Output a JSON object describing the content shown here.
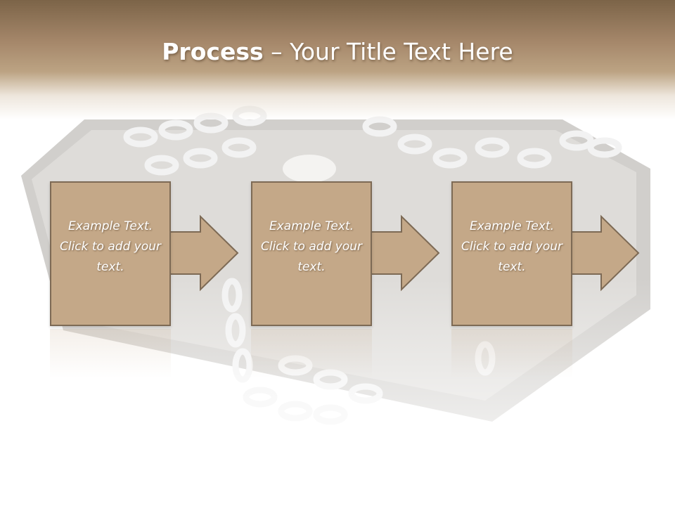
{
  "title": {
    "bold": "Process",
    "rest": " – Your Title Text Here"
  },
  "steps": [
    {
      "text": "Example Text. Click  to add your text."
    },
    {
      "text": "Example Text. Click  to add your text."
    },
    {
      "text": "Example Text. Click  to add your text."
    }
  ],
  "colors": {
    "header": "#a5876a",
    "box": "#c4a888",
    "border": "#7d6a55",
    "text": "#ffffff"
  },
  "icons": {
    "background": "chained-laptop-image",
    "connector": "right-arrow-icon"
  }
}
